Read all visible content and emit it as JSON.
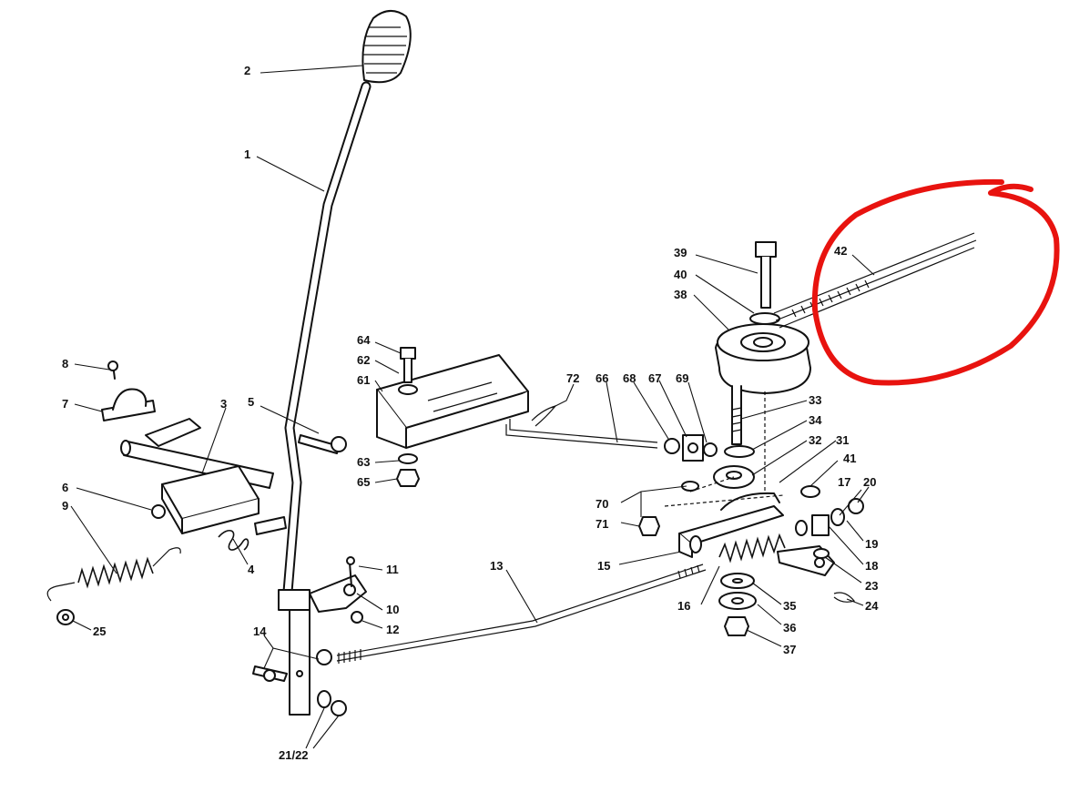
{
  "callouts": [
    {
      "id": "c1",
      "text": "1"
    },
    {
      "id": "c2",
      "text": "2"
    },
    {
      "id": "c3",
      "text": "3"
    },
    {
      "id": "c4",
      "text": "4"
    },
    {
      "id": "c5",
      "text": "5"
    },
    {
      "id": "c6",
      "text": "6"
    },
    {
      "id": "c7",
      "text": "7"
    },
    {
      "id": "c8",
      "text": "8"
    },
    {
      "id": "c9",
      "text": "9"
    },
    {
      "id": "c10",
      "text": "10"
    },
    {
      "id": "c11",
      "text": "11"
    },
    {
      "id": "c12",
      "text": "12"
    },
    {
      "id": "c13",
      "text": "13"
    },
    {
      "id": "c14",
      "text": "14"
    },
    {
      "id": "c15",
      "text": "15"
    },
    {
      "id": "c16",
      "text": "16"
    },
    {
      "id": "c17",
      "text": "17"
    },
    {
      "id": "c18",
      "text": "18"
    },
    {
      "id": "c19",
      "text": "19"
    },
    {
      "id": "c20",
      "text": "20"
    },
    {
      "id": "c2122",
      "text": "21/22"
    },
    {
      "id": "c23",
      "text": "23"
    },
    {
      "id": "c24",
      "text": "24"
    },
    {
      "id": "c25",
      "text": "25"
    },
    {
      "id": "c31",
      "text": "31"
    },
    {
      "id": "c32",
      "text": "32"
    },
    {
      "id": "c33",
      "text": "33"
    },
    {
      "id": "c34",
      "text": "34"
    },
    {
      "id": "c35",
      "text": "35"
    },
    {
      "id": "c36",
      "text": "36"
    },
    {
      "id": "c37",
      "text": "37"
    },
    {
      "id": "c38",
      "text": "38"
    },
    {
      "id": "c39",
      "text": "39"
    },
    {
      "id": "c40",
      "text": "40"
    },
    {
      "id": "c41",
      "text": "41"
    },
    {
      "id": "c42",
      "text": "42"
    },
    {
      "id": "c61",
      "text": "61"
    },
    {
      "id": "c62",
      "text": "62"
    },
    {
      "id": "c63",
      "text": "63"
    },
    {
      "id": "c64",
      "text": "64"
    },
    {
      "id": "c65",
      "text": "65"
    },
    {
      "id": "c66",
      "text": "66"
    },
    {
      "id": "c67",
      "text": "67"
    },
    {
      "id": "c68",
      "text": "68"
    },
    {
      "id": "c69",
      "text": "69"
    },
    {
      "id": "c70",
      "text": "70"
    },
    {
      "id": "c71",
      "text": "71"
    },
    {
      "id": "c72",
      "text": "72"
    }
  ],
  "annotation": {
    "color": "#e8130f",
    "shape": "hand-drawn circle",
    "encloses": "42"
  }
}
